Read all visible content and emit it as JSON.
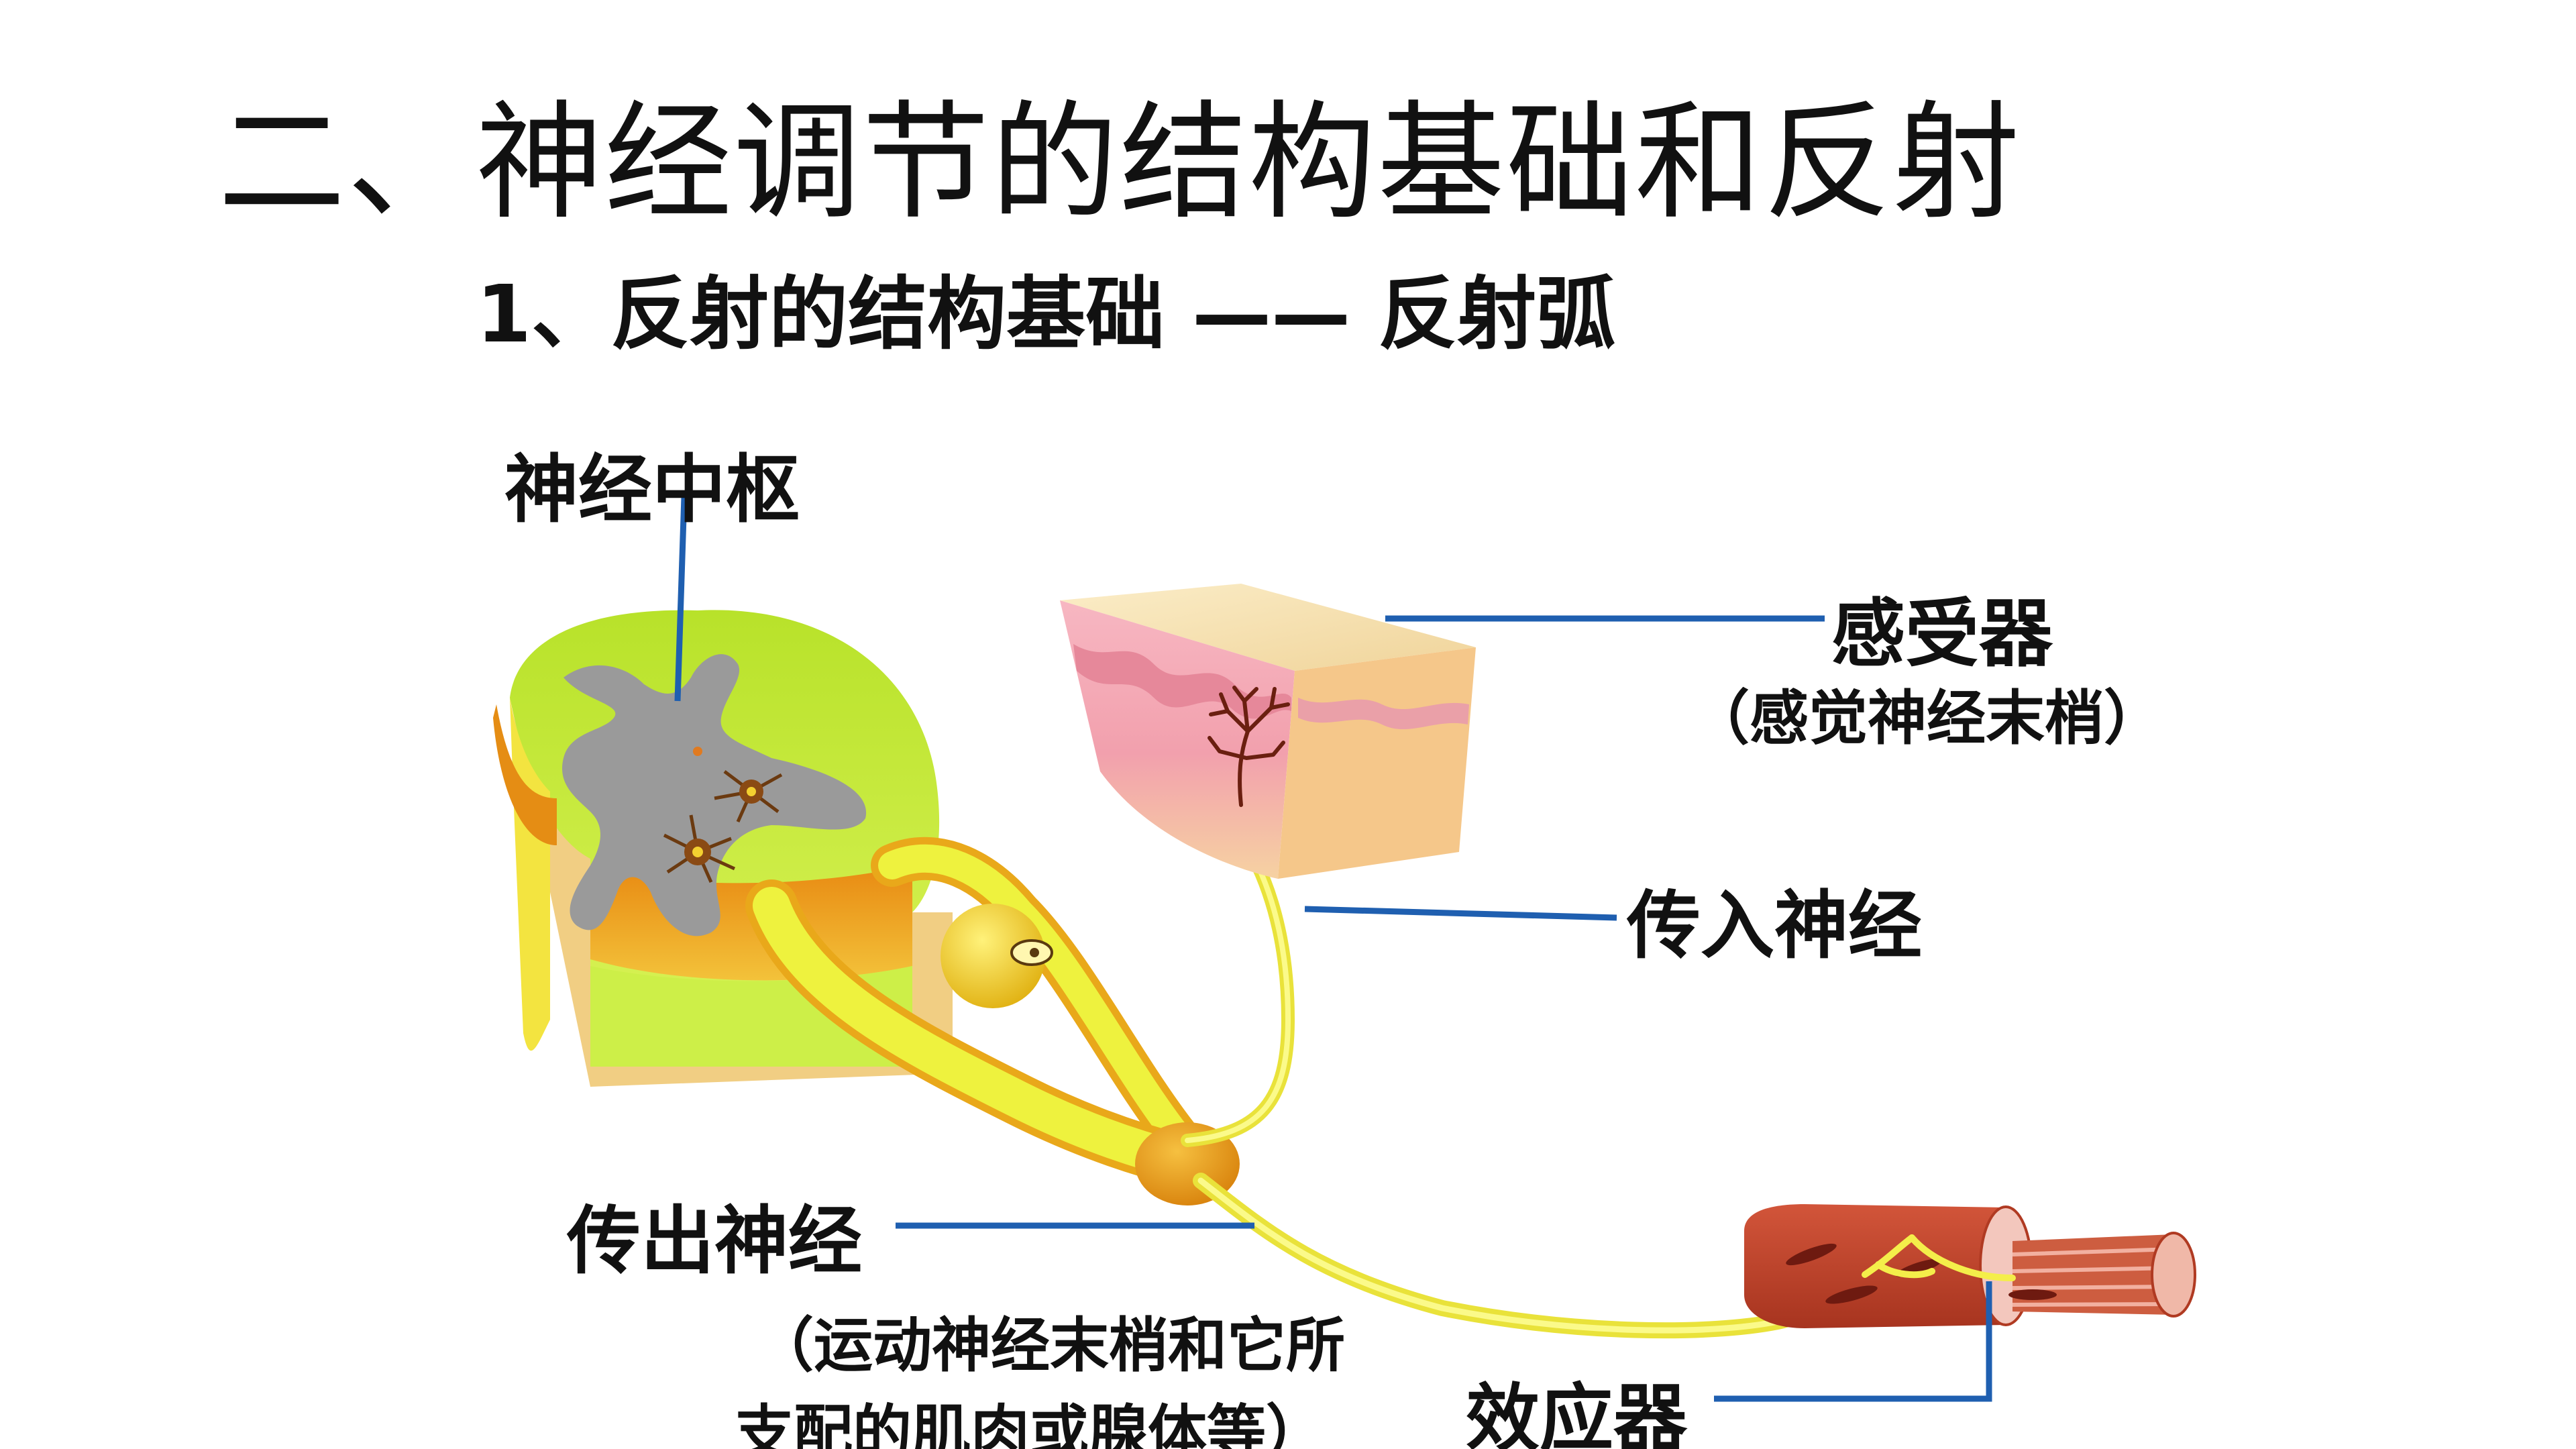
{
  "slide": {
    "title": "二、神经调节的结构基础和反射",
    "subtitle": "1、反射的结构基础   ——  反射弧"
  },
  "labels": {
    "nerve_center": "神经中枢",
    "receptor": "感受器",
    "receptor_note": "（感觉神经末梢）",
    "afferent_nerve": "传入神经",
    "efferent_nerve": "传出神经",
    "effector_note_line1": "（运动神经末梢和它所",
    "effector_note_line2": "支配的肌肉或腺体等）",
    "effector": "效应器"
  },
  "colors": {
    "leader_line": "#1f5fb0",
    "spinal_cord": "#ccf03c",
    "gray_matter": "#9b9b9b",
    "nerve": "#e8ee3a",
    "ganglion": "#f2d21e",
    "skin_top": "#f6dfb0",
    "skin_pink": "#f2a7b5",
    "muscle": "#c0442a"
  }
}
